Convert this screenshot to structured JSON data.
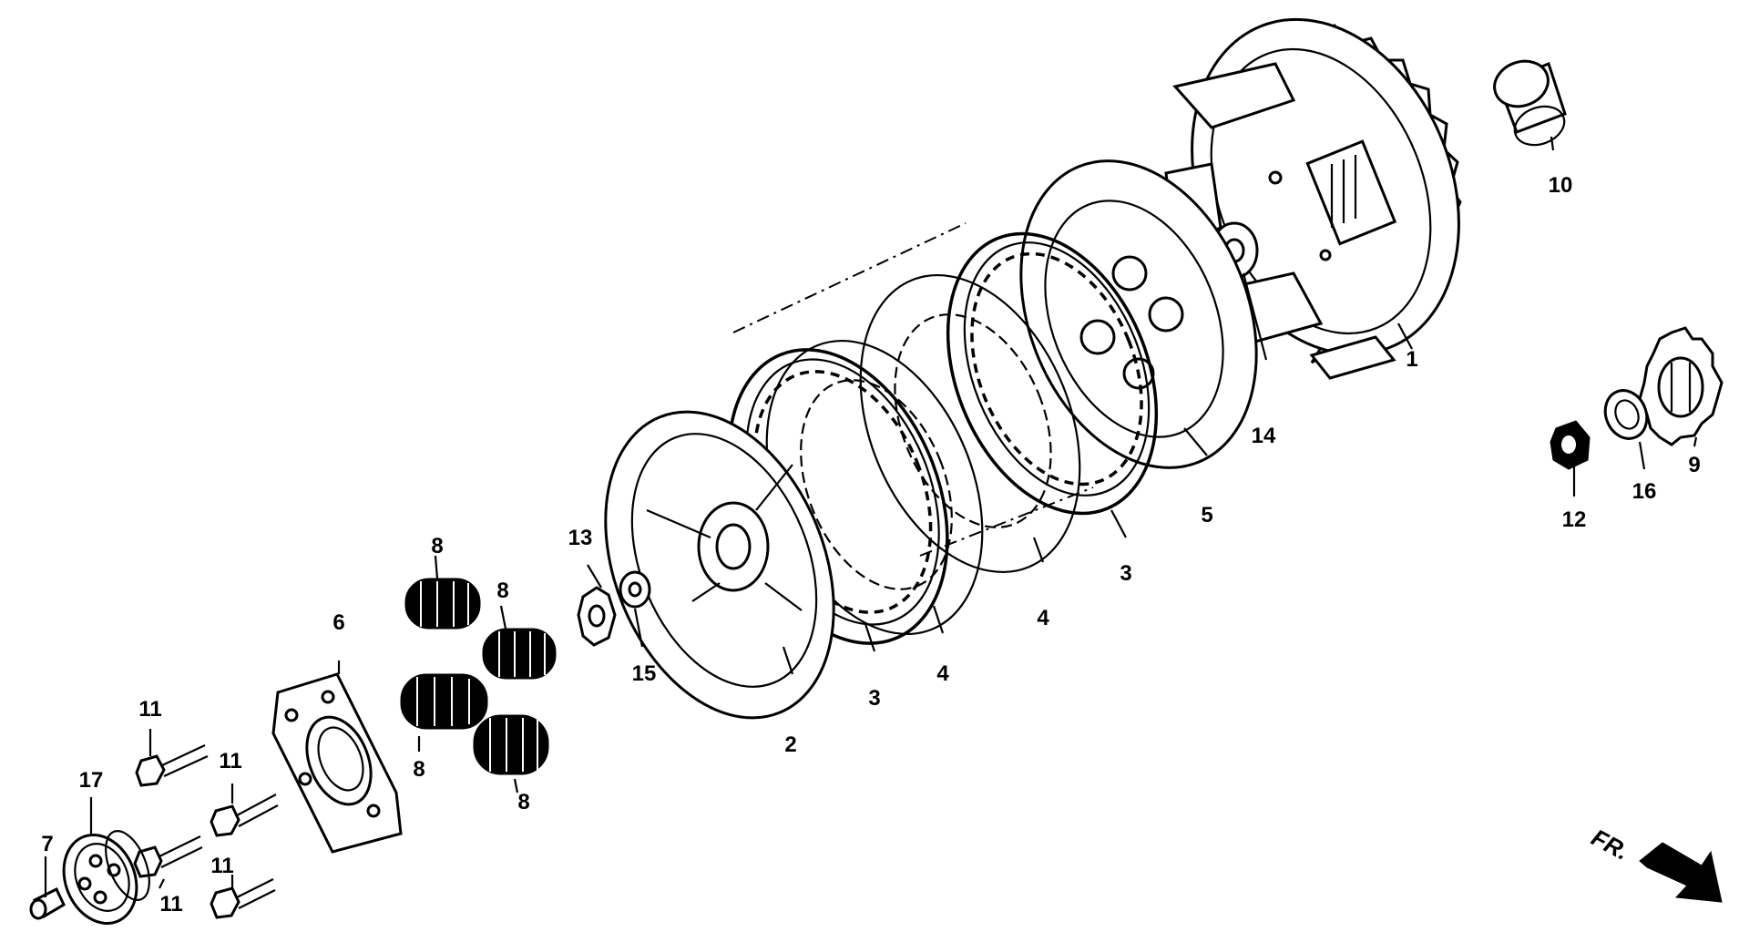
{
  "diagram": {
    "labels": {
      "l1": "1",
      "l2": "2",
      "l3a": "3",
      "l3b": "3",
      "l4a": "4",
      "l4b": "4",
      "l5": "5",
      "l6": "6",
      "l7": "7",
      "l8a": "8",
      "l8b": "8",
      "l8c": "8",
      "l8d": "8",
      "l9": "9",
      "l10": "10",
      "l11a": "11",
      "l11b": "11",
      "l11c": "11",
      "l11d": "11",
      "l12": "12",
      "l13": "13",
      "l14": "14",
      "l15": "15",
      "l16": "16",
      "l17": "17"
    },
    "front_marker": "FR."
  }
}
